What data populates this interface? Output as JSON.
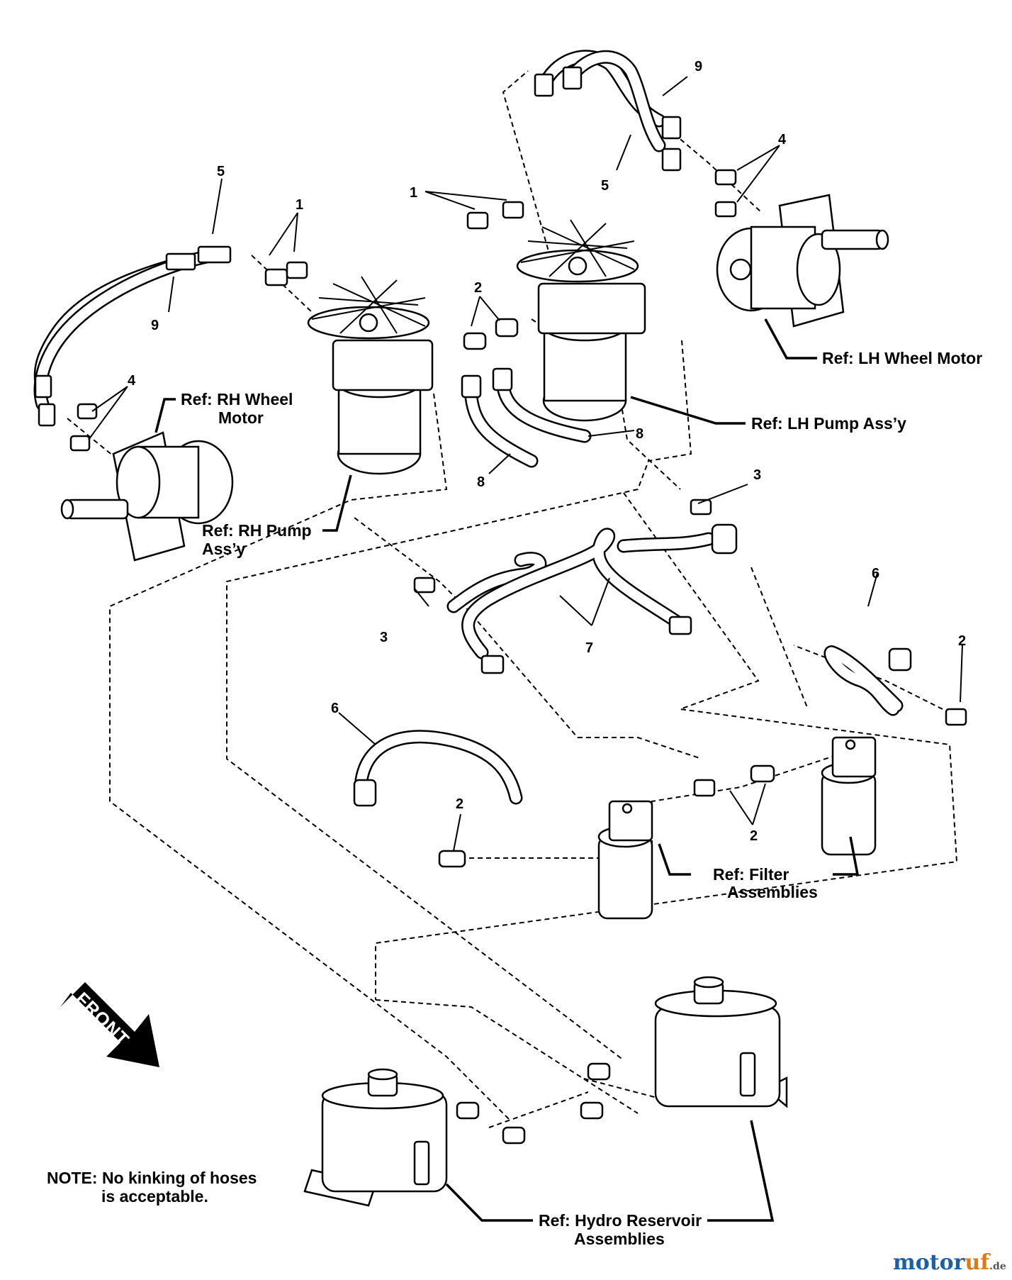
{
  "labels": {
    "rh_wheel_motor_1": "Ref: RH Wheel",
    "rh_wheel_motor_2": "Motor",
    "rh_pump_1": "Ref: RH Pump",
    "rh_pump_2": "Ass’y",
    "lh_wheel_motor": "Ref: LH Wheel Motor",
    "lh_pump": "Ref: LH Pump Ass’y",
    "filter_1": "Ref: Filter",
    "filter_2": "Assemblies",
    "reservoir_1": "Ref: Hydro Reservoir",
    "reservoir_2": "Assemblies",
    "note_1": "NOTE: No kinking of hoses",
    "note_2": "is acceptable.",
    "front": "FRONT"
  },
  "callouts": {
    "c1_left": "1",
    "c1_right": "1",
    "c2_top": "2",
    "c2_mid": "2",
    "c2_left": "2",
    "c2_right": "2",
    "c3_left": "3",
    "c3_right": "3",
    "c4_left": "4",
    "c4_right": "4",
    "c5_left": "5",
    "c5_right": "5",
    "c6_left": "6",
    "c6_right": "6",
    "c7": "7",
    "c8_left": "8",
    "c8_right": "8",
    "c9_left": "9",
    "c9_right": "9"
  },
  "watermark": {
    "brand_a": "motor",
    "brand_b": "uf",
    "suffix": ".de",
    "color_a": "#1a5fa8",
    "color_b": "#e07a10"
  }
}
